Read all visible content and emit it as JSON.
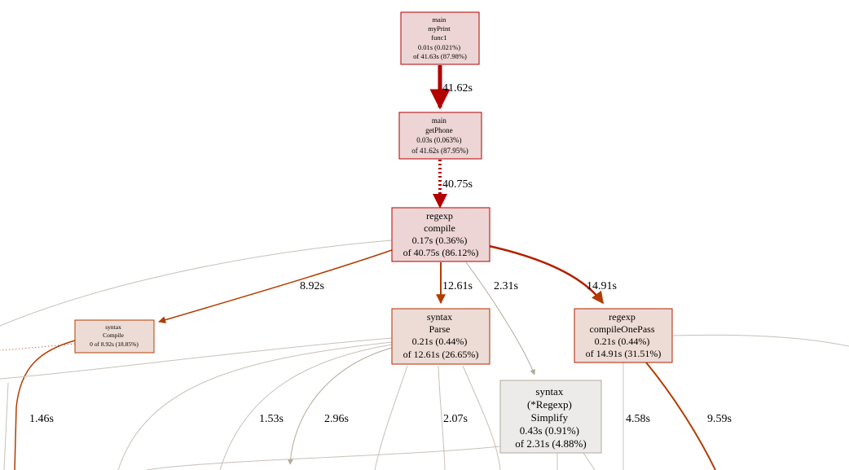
{
  "nodes": {
    "main_myprint_func1": {
      "lines": [
        "main",
        "myPrint",
        "func1",
        "0.01s (0.021%)",
        "of 41.63s (87.98%)"
      ],
      "fill": "#edd5d5",
      "stroke": "#b20000"
    },
    "main_getphone": {
      "lines": [
        "main",
        "getPhone",
        "0.03s (0.063%)",
        "of 41.62s (87.95%)"
      ],
      "fill": "#edd5d5",
      "stroke": "#b20000"
    },
    "regexp_compile": {
      "lines": [
        "regexp",
        "compile",
        "0.17s (0.36%)",
        "of 40.75s (86.12%)"
      ],
      "fill": "#edd5d5",
      "stroke": "#b20000"
    },
    "syntax_compile": {
      "lines": [
        "syntax",
        "Compile",
        "0 of 8.92s (18.85%)"
      ],
      "fill": "#eddcd5",
      "stroke": "#b23c00"
    },
    "syntax_parse": {
      "lines": [
        "syntax",
        "Parse",
        "0.21s (0.44%)",
        "of 12.61s (26.65%)"
      ],
      "fill": "#eddbd5",
      "stroke": "#b22e00"
    },
    "regexp_compileonepass": {
      "lines": [
        "regexp",
        "compileOnePass",
        "0.21s (0.44%)",
        "of 14.91s (31.51%)"
      ],
      "fill": "#eddbd5",
      "stroke": "#b22000"
    },
    "syntax_regexp_simplify": {
      "lines": [
        "syntax",
        "(*Regexp)",
        "Simplify",
        "0.43s (0.91%)",
        "of 2.31s (4.88%)"
      ],
      "fill": "#edebe9",
      "stroke": "#b2aa9a"
    }
  },
  "edge_labels": {
    "func1_to_getphone": "41.62s",
    "getphone_to_compile": "40.75s",
    "compile_to_syntax_compile": "8.92s",
    "compile_to_parse": "12.61s",
    "compile_to_simplify": "2.31s",
    "compile_to_onepass": "14.91s",
    "edge_1_46": "1.46s",
    "edge_1_53": "1.53s",
    "edge_2_96": "2.96s",
    "edge_2_07": "2.07s",
    "edge_4_58": "4.58s",
    "edge_9_59": "9.59s"
  },
  "colors": {
    "hot": "#b20000",
    "warm": "#b23c00",
    "mild": "#b2aa9a",
    "faint": "#c8c0b8"
  }
}
